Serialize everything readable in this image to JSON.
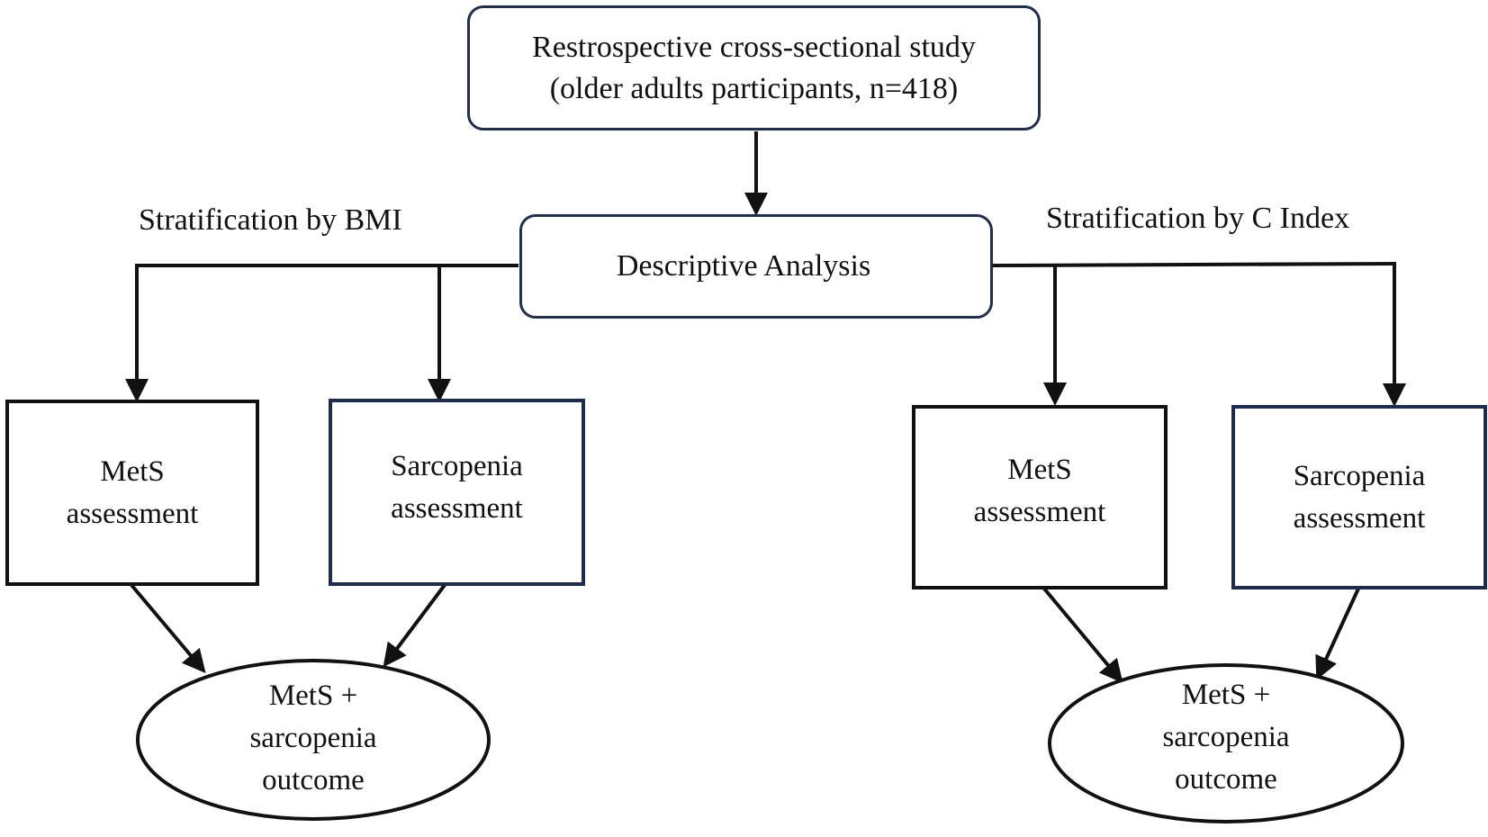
{
  "top": {
    "line1": "Restrospective cross-sectional study",
    "line2": "(older adults participants, n=418)"
  },
  "descriptive": "Descriptive Analysis",
  "left_branch": {
    "label": "Stratification by BMI",
    "mets": {
      "line1": "MetS",
      "line2": "assessment"
    },
    "sarcopenia": {
      "line1": "Sarcopenia",
      "line2": "assessment"
    },
    "outcome": {
      "line1": "MetS +",
      "line2": "sarcopenia",
      "line3": "outcome"
    }
  },
  "right_branch": {
    "label": "Stratification by C Index",
    "mets": {
      "line1": "MetS",
      "line2": "assessment"
    },
    "sarcopenia": {
      "line1": "Sarcopenia",
      "line2": "assessment"
    },
    "outcome": {
      "line1": "MetS +",
      "line2": "sarcopenia",
      "line3": "outcome"
    }
  }
}
